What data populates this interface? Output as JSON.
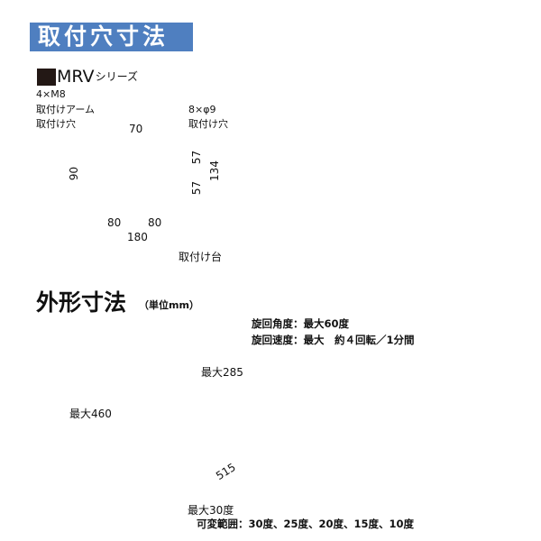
{
  "section1": {
    "title": "取付穴寸法",
    "banner_color": "#4f7fc0",
    "series": {
      "name": "MRV",
      "suffix": "シリーズ"
    },
    "labels": {
      "arm_hole_count": "4×M8",
      "arm_hole_line1": "取付けアーム",
      "arm_hole_line2": "取付け穴",
      "base_hole_count": "8×φ9",
      "base_hole_desc": "取付け穴",
      "base_name": "取付け台"
    },
    "dimensions": {
      "arm_spacing_top": "70",
      "arm_spacing_vertical": "90",
      "half_width_left": "80",
      "half_width_right": "80",
      "total_width": "180",
      "half_height_top": "57",
      "half_height_bottom": "57",
      "total_height": "134"
    }
  },
  "section2": {
    "title": "外形寸法",
    "unit": "（単位mm）",
    "specs": [
      "旋回角度：最大60度",
      "旋回速度：最大　約４回転／1分間"
    ],
    "dimensions": {
      "max_height": "最大460",
      "max_reach": "最大285",
      "guard_diameter": "515",
      "max_tilt": "最大30度"
    },
    "tilt_range": "可変範囲：30度、25度、20度、15度、10度"
  }
}
